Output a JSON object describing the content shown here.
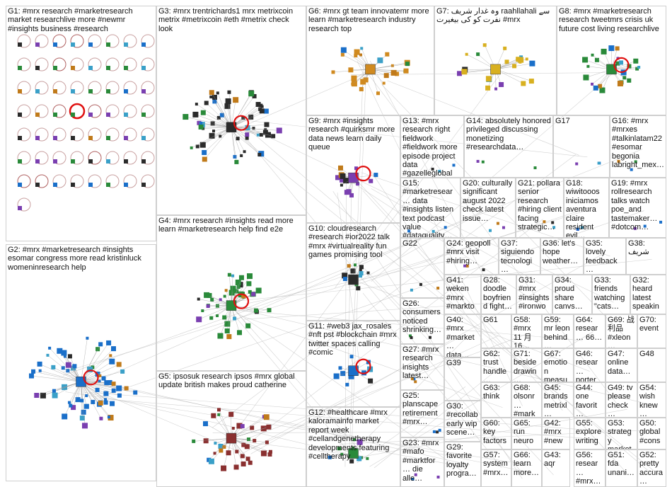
{
  "title": "",
  "groups": [
    {
      "id": "G1",
      "label": "G1: #mrx research #marketresearch market researchlive more #newmr #insights business #research"
    },
    {
      "id": "G2",
      "label": "G2: #mrx #marketresearch #insights esomar congress more read kristinluck womeninresearch help"
    },
    {
      "id": "G3",
      "label": "G3: #mrx trentrichards1 mrx metrixcoin metrix #metrixcoin #eth #metrix check look"
    },
    {
      "id": "G4",
      "label": "G4: #mrx research #insights read more learn #marketresearch help find e2e"
    },
    {
      "id": "G5",
      "label": "G5: ipsosuk research ipsos #mrx global update british makes proud catherine"
    },
    {
      "id": "G6",
      "label": "G6: #mrx gt team innovatemr more learn #marketresearch industry research top"
    },
    {
      "id": "G7",
      "label": "G7: وہ غدار شریف raahllahali سے نفرت کو کی بیغیرت #mrx"
    },
    {
      "id": "G8",
      "label": "G8: #mrx #marketresearch research tweetmrs crisis uk future cost living researchlive"
    },
    {
      "id": "G9",
      "label": "G9: #mrx #insights research #quirksmr more data news learn daily queue"
    },
    {
      "id": "G10",
      "label": "G10: cloudresearch #research #ior2022 talk #mrx #virtualreality fun games promising tool"
    },
    {
      "id": "G11",
      "label": "G11: #web3 jax_rosales #nft pst #blockchain #mrx twitter spaces calling #comic"
    },
    {
      "id": "G12",
      "label": "G12: #healthcare #mrx kaloramainfo market report week #cellandgenetherapy developments featuring #celltherapy"
    },
    {
      "id": "G13",
      "label": "G13: #mrx research right fieldwork #fieldwork more episode project data #gazelleglobal"
    },
    {
      "id": "G14",
      "label": "G14: absolutely honored privileged discussing monetizing #researchdata…"
    },
    {
      "id": "G15",
      "label": "G15: #marketresear… data #insights listen text podcast value #dataquality…"
    },
    {
      "id": "G16",
      "label": "G16: #mrx #mrxes #talkinlatam22 #esomar begonia labright_mex…"
    },
    {
      "id": "G17",
      "label": "G17"
    },
    {
      "id": "G18",
      "label": "G18: wiwitooos iniciamos aventura claire resident evil…"
    },
    {
      "id": "G19",
      "label": "G19: #mrx rollresearch talks watch poe_and tastemaker… #dotcom…"
    },
    {
      "id": "G20",
      "label": "G20: culturally significant august 2022 check latest issue…"
    },
    {
      "id": "G21",
      "label": "G21: pollara senior research #hiring client facing strategic…"
    },
    {
      "id": "G22",
      "label": "G22"
    },
    {
      "id": "G23",
      "label": "G23: #mrx #mafo #marktfor… die alle…"
    },
    {
      "id": "G24",
      "label": "G24: geopoll #mrx visit #hiring…"
    },
    {
      "id": "G25",
      "label": "G25: planscape retirement #mrx…"
    },
    {
      "id": "G26",
      "label": "G26: consumers noticed shrinking…"
    },
    {
      "id": "G27",
      "label": "G27: #mrx research insights latest…"
    },
    {
      "id": "G28",
      "label": "G28: doodle boyfriend fight…"
    },
    {
      "id": "G29",
      "label": "G29: favorite loyalty progra…"
    },
    {
      "id": "G30",
      "label": "G30: #recollab early wip scene…"
    },
    {
      "id": "G31",
      "label": "G31: #mrx #insights #ironwo…"
    },
    {
      "id": "G32",
      "label": "G32: heard latest speakin…"
    },
    {
      "id": "G33",
      "label": "G33: friends watching \"cats…"
    },
    {
      "id": "G34",
      "label": "G34: proud share canvs…"
    },
    {
      "id": "G35",
      "label": "G35: lovely feedback…"
    },
    {
      "id": "G36",
      "label": "G36: let's hope weather…"
    },
    {
      "id": "G37",
      "label": "G37: siguiendo tecnologi…"
    },
    {
      "id": "G38",
      "label": "G38: شریف"
    },
    {
      "id": "G39",
      "label": "G39"
    },
    {
      "id": "G40",
      "label": "G40: #mrx #market… data…"
    },
    {
      "id": "G41",
      "label": "G41: weken #mrx #markto…"
    },
    {
      "id": "G42",
      "label": "G42: #mrx #new…"
    },
    {
      "id": "G43",
      "label": "G43: aqr"
    },
    {
      "id": "G44",
      "label": "G44: one favorit… one…"
    },
    {
      "id": "G45",
      "label": "G45: brands metrixl…"
    },
    {
      "id": "G46",
      "label": "G46: resear… porter…"
    },
    {
      "id": "G47",
      "label": "G47: online data…"
    },
    {
      "id": "G48",
      "label": "G48"
    },
    {
      "id": "G49",
      "label": "G49: tv please check…"
    },
    {
      "id": "G50",
      "label": "G50: global #cons…"
    },
    {
      "id": "G51",
      "label": "G51: fda unani…"
    },
    {
      "id": "G52",
      "label": "G52: pretty accura…"
    },
    {
      "id": "G53",
      "label": "G53: strategy market…"
    },
    {
      "id": "G54",
      "label": "G54: wish knew…"
    },
    {
      "id": "G55",
      "label": "G55: explore writing…"
    },
    {
      "id": "G56",
      "label": "G56: resear… #mrx…"
    },
    {
      "id": "G57",
      "label": "G57: system #mrx…"
    },
    {
      "id": "G58",
      "label": "G58: #mrx 11 月 16…"
    },
    {
      "id": "G59",
      "label": "G59: mr leon behind…"
    },
    {
      "id": "G60",
      "label": "G60: key factors…"
    },
    {
      "id": "G61",
      "label": "G61"
    },
    {
      "id": "G62",
      "label": "G62: trust handle…"
    },
    {
      "id": "G63",
      "label": "G63: think"
    },
    {
      "id": "G64",
      "label": "G64: resear… 66…"
    },
    {
      "id": "G65",
      "label": "G65: run neuro…"
    },
    {
      "id": "G66",
      "label": "G66: learn more…"
    },
    {
      "id": "G67",
      "label": "G67: emotion measu…"
    },
    {
      "id": "G68",
      "label": "G68: olsonr… #mark…"
    },
    {
      "id": "G69",
      "label": "G69: 战 利品 #xleon…"
    },
    {
      "id": "G70",
      "label": "G70: event"
    },
    {
      "id": "G71",
      "label": "G71: beside drawin…"
    }
  ],
  "colors": {
    "border": "#cfcfcf",
    "edge": "#b0b0b0",
    "selfloop": "#c9a0a0",
    "selfloop_strong": "#e01010",
    "node_blue": "#1a6fc9",
    "node_green": "#2a8a3a",
    "node_dark": "#2b2b2b"
  }
}
